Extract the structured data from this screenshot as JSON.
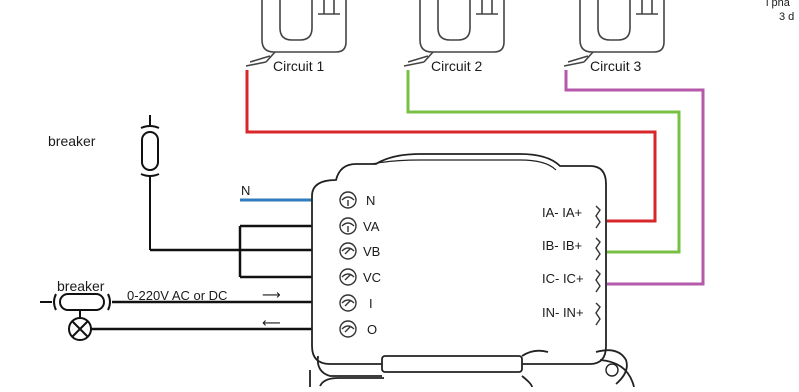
{
  "corner_text": [
    "l pha",
    "3 d"
  ],
  "circuits": [
    {
      "label": "Circuit 1",
      "color": "#d9262a"
    },
    {
      "label": "Circuit 2",
      "color": "#77c043"
    },
    {
      "label": "Circuit 3",
      "color": "#b55aab"
    }
  ],
  "breaker_top": "breaker",
  "breaker_bottom": "breaker",
  "neutral_label": "N",
  "neutral_color": "#2f7bbf",
  "supply_label": "0-220V AC or DC",
  "arrow_out": "⟶",
  "arrow_in": "⟵",
  "terminals_left": [
    "N",
    "VA",
    "VB",
    "VC",
    "I",
    "O"
  ],
  "terminals_right": [
    "IA- IA+",
    "IB- IB+",
    "IC- IC+",
    "IN- IN+"
  ]
}
